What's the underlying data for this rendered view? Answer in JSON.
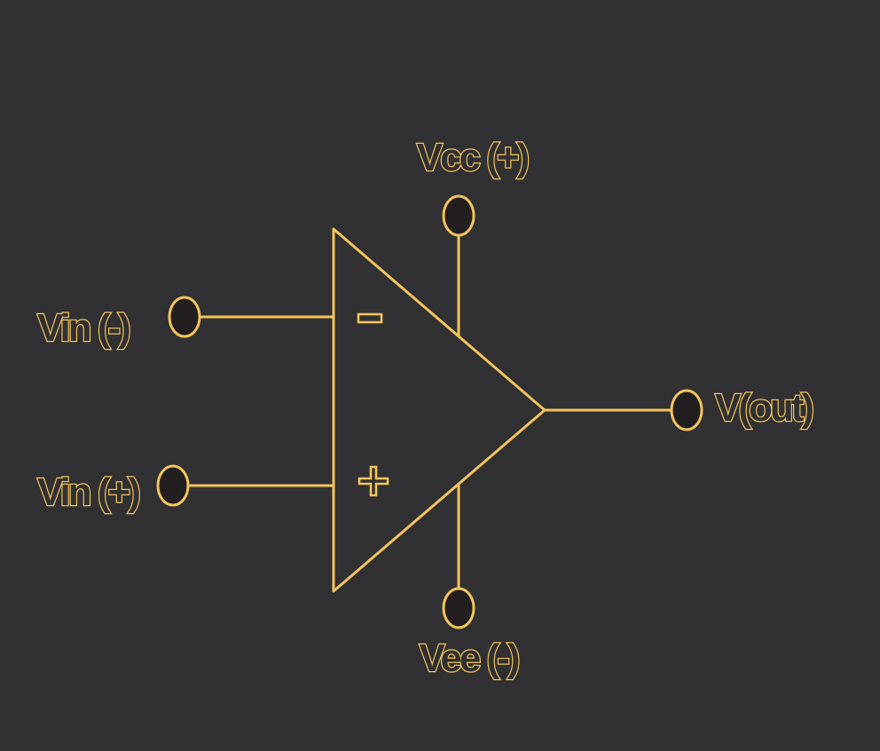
{
  "diagram": {
    "labels": {
      "vcc": "Vcc (+)",
      "vee": "Vee (-)",
      "vin_minus": "Vin (-)",
      "vin_plus": "Vin (+)",
      "vout": "V(out)"
    }
  }
}
